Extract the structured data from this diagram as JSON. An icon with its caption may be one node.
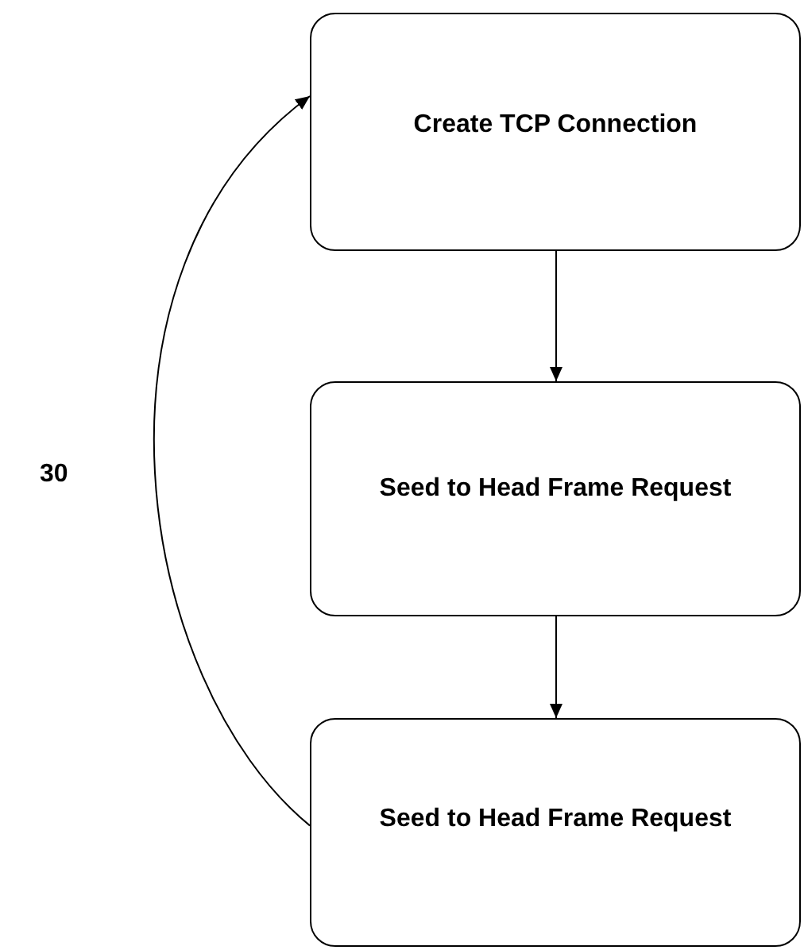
{
  "diagram": {
    "nodes": [
      {
        "text": [
          "Create TCP Connection"
        ]
      },
      {
        "text": [
          "Seed to Head Frame Request"
        ]
      },
      {
        "text": [
          "Seed to Head Frame Request"
        ]
      }
    ],
    "edges": [
      {
        "from": 0,
        "to": 1,
        "arrow": "to"
      },
      {
        "from": 1,
        "to": 2,
        "arrow": "to"
      },
      {
        "from": 2,
        "to": 0,
        "arrow": "to",
        "label": "30"
      }
    ]
  }
}
